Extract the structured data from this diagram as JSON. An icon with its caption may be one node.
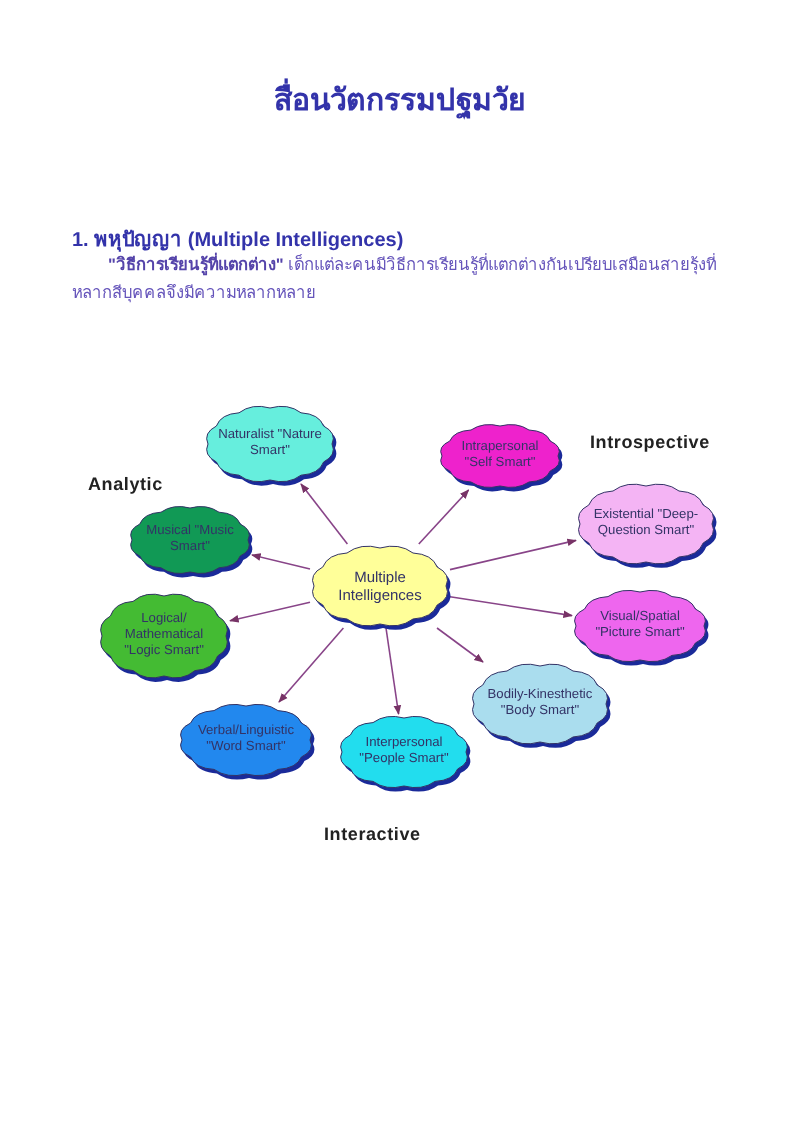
{
  "diagram": {
    "title": "สื่อนวัตกรรมปฐมวัย",
    "nodes": [
      {
        "text": [
          "Multiple Intelligences"
        ]
      },
      {
        "text": [
          "Naturalist \"Nature Smart\""
        ]
      },
      {
        "text": [
          "Intrapersonal \"Self Smart\""
        ]
      },
      {
        "text": [
          "Musical \"Music Smart\""
        ]
      },
      {
        "text": [
          "Existential \"Deep-Question Smart\""
        ]
      },
      {
        "text": [
          "Logical/ Mathematical \"Logic Smart\""
        ]
      },
      {
        "text": [
          "Visual/Spatial \"Picture Smart\""
        ]
      },
      {
        "text": [
          "Verbal/Linguistic \"Word Smart\""
        ]
      },
      {
        "text": [
          "Interpersonal \"People Smart\""
        ]
      },
      {
        "text": [
          "Bodily-Kinesthetic \"Body Smart\""
        ]
      }
    ],
    "edges": [
      {
        "from": 0,
        "to": 1,
        "arrow": "to"
      },
      {
        "from": 0,
        "to": 2,
        "arrow": "to"
      },
      {
        "from": 0,
        "to": 3,
        "arrow": "to"
      },
      {
        "from": 0,
        "to": 4,
        "arrow": "to"
      },
      {
        "from": 0,
        "to": 5,
        "arrow": "to"
      },
      {
        "from": 0,
        "to": 6,
        "arrow": "to"
      },
      {
        "from": 0,
        "to": 7,
        "arrow": "to"
      },
      {
        "from": 0,
        "to": 8,
        "arrow": "to"
      },
      {
        "from": 0,
        "to": 9,
        "arrow": "to"
      }
    ],
    "labels": [
      "1. พหุปัญญา (Multiple Intelligences)",
      "**\"วิธีการเรียนรู้ที่แตกต่าง\"** เด็กแต่ละคนมีวิธีการเรียนรู้ที่แตกต่างกันเปรียบเสมือนสายรุ้งที่หลากสีบุคคลจึงมีความหลากหลาย",
      "Introspective",
      "Analytic",
      "Interactive"
    ]
  }
}
